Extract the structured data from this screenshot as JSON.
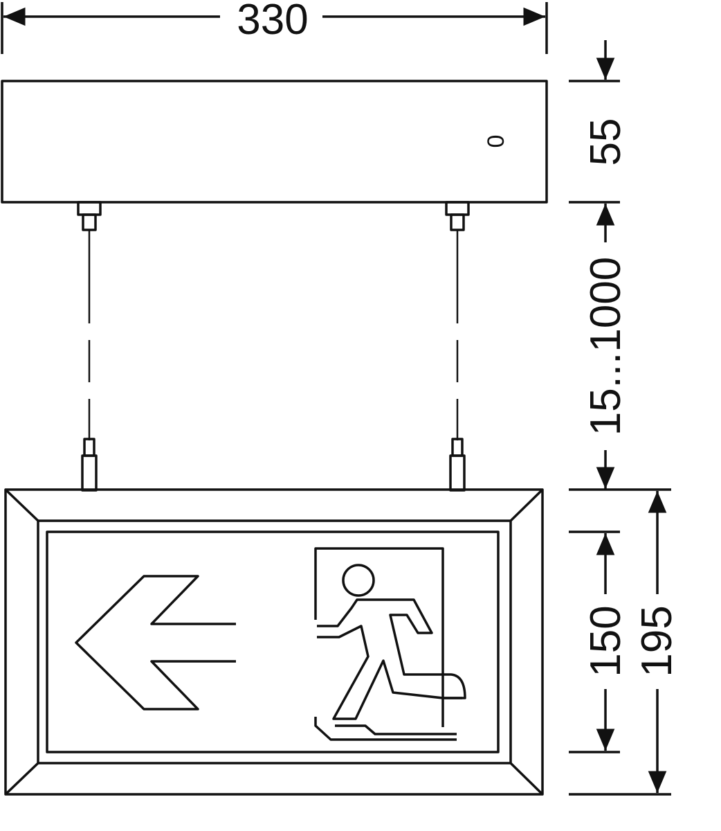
{
  "dimensions": {
    "width": "330",
    "housing_height": "55",
    "suspension_length": "15...1000",
    "pictogram_height": "150",
    "panel_height": "195"
  },
  "indicator_label": "0",
  "colors": {
    "stroke": "#111111",
    "background": "#ffffff"
  },
  "icons": [
    "left-arrow-icon",
    "running-man-exit-icon"
  ]
}
